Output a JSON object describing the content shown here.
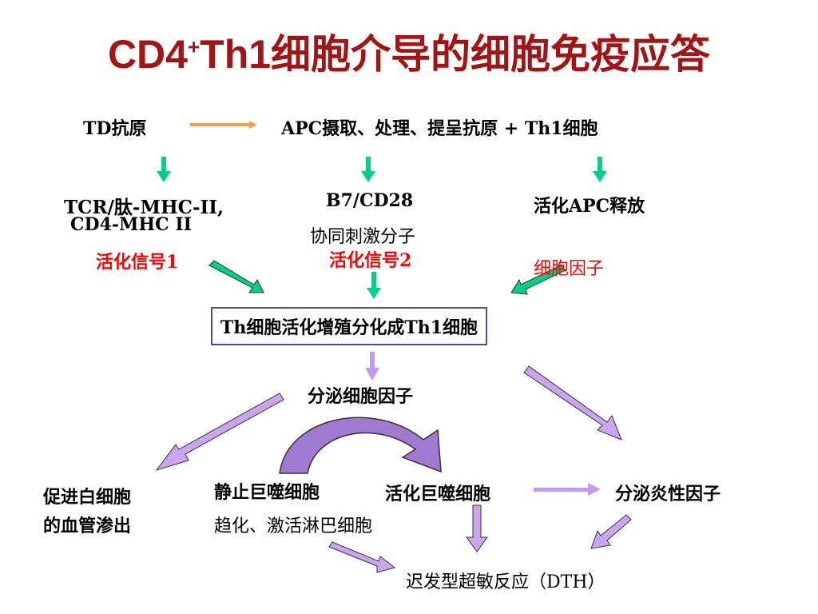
{
  "title": {
    "main": "CD4",
    "sup": "+",
    "rest": "Th1细胞介导的细胞免疫应答"
  },
  "row1": {
    "td_antigen": "TD抗原",
    "apc_process": "APC摄取、处理、提呈抗原 + Th1细胞"
  },
  "col_left": {
    "line1": "TCR/肽-MHC-II,",
    "line2": "CD4-MHC II",
    "signal": "活化信号1"
  },
  "col_mid": {
    "line1": "B7/CD28",
    "line2": "协同刺激分子",
    "signal": "活化信号2"
  },
  "col_right": {
    "line1": "活化APC释放",
    "signal": "细胞因子"
  },
  "center_box": "Th细胞活化增殖分化成Th1细胞",
  "secrete_cytokine": "分泌细胞因子",
  "promote": {
    "line1": "促进白细胞",
    "line2": "的血管渗出"
  },
  "resting_macrophage": "静止巨噬细胞",
  "chemotaxis": "趋化、激活淋巴细胞",
  "activated_macrophage": "活化巨噬细胞",
  "secrete_inflammatory": "分泌炎性因子",
  "dth": "迟发型超敏反应（DTH）",
  "colors": {
    "title": "#a31515",
    "signal": "#ff0000",
    "orange_arrow": "#f5a040",
    "green_arrow": "#00d08a",
    "purple_arrow": "#c39be8",
    "box_border": "#4b4b9b"
  }
}
